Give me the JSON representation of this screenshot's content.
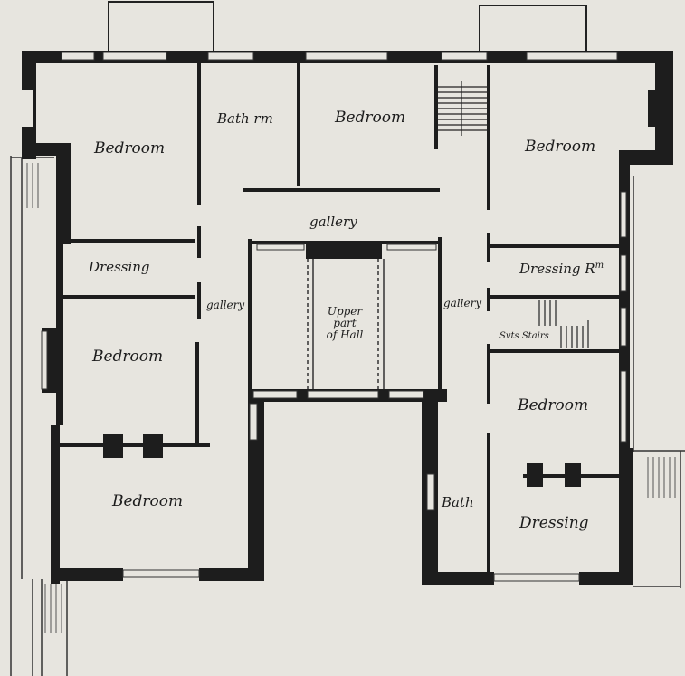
{
  "plan": {
    "rooms": {
      "bedroom_nw": "Bedroom",
      "bathroom": "Bath rm",
      "bedroom_north": "Bedroom",
      "bedroom_ne": "Bedroom",
      "dressing_west": "Dressing",
      "dressing_east": "Dressing R",
      "dressing_east_suffix": "m",
      "bedroom_west": "Bedroom",
      "bedroom_sw": "Bedroom",
      "bedroom_east": "Bedroom",
      "bath_se": "Bath",
      "dressing_se": "Dressing"
    },
    "galleries": {
      "north": "gallery",
      "west": "gallery",
      "east": "gallery"
    },
    "hall": [
      "Upper",
      "part",
      "of Hall"
    ],
    "stairs_note": "Svts Stairs"
  }
}
